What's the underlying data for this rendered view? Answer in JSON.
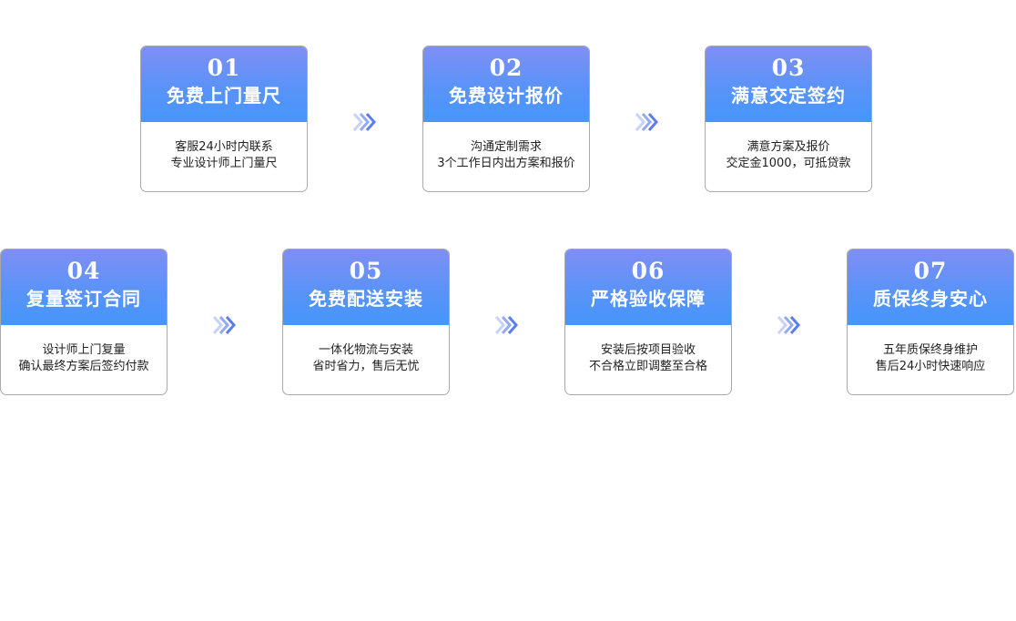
{
  "steps": [
    {
      "num": "01",
      "title": "免费上门量尺",
      "lines": [
        "客服24小时内联系",
        "专业设计师上门量尺"
      ]
    },
    {
      "num": "02",
      "title": "免费设计报价",
      "lines": [
        "沟通定制需求",
        "3个工作日内出方案和报价"
      ]
    },
    {
      "num": "03",
      "title": "满意交定签约",
      "lines": [
        "满意方案及报价",
        "交定金1000，可抵贷款"
      ]
    },
    {
      "num": "04",
      "title": "复量签订合同",
      "lines": [
        "设计师上门复量",
        "确认最终方案后签约付款"
      ]
    },
    {
      "num": "05",
      "title": "免费配送安装",
      "lines": [
        "一体化物流与安装",
        "省时省力，售后无忧"
      ]
    },
    {
      "num": "06",
      "title": "严格验收保障",
      "lines": [
        "安装后按项目验收",
        "不合格立即调整至合格"
      ]
    },
    {
      "num": "07",
      "title": "质保终身安心",
      "lines": [
        "五年质保终身维护",
        "售后24小时快速响应"
      ]
    }
  ],
  "colors": {
    "header_top": "#7f8ef4",
    "header_bottom": "#4596fb",
    "arrow": "#5b7df2",
    "border": "#a9a9a9"
  },
  "icons": {
    "arrow": "triple-chevron-right-icon"
  }
}
